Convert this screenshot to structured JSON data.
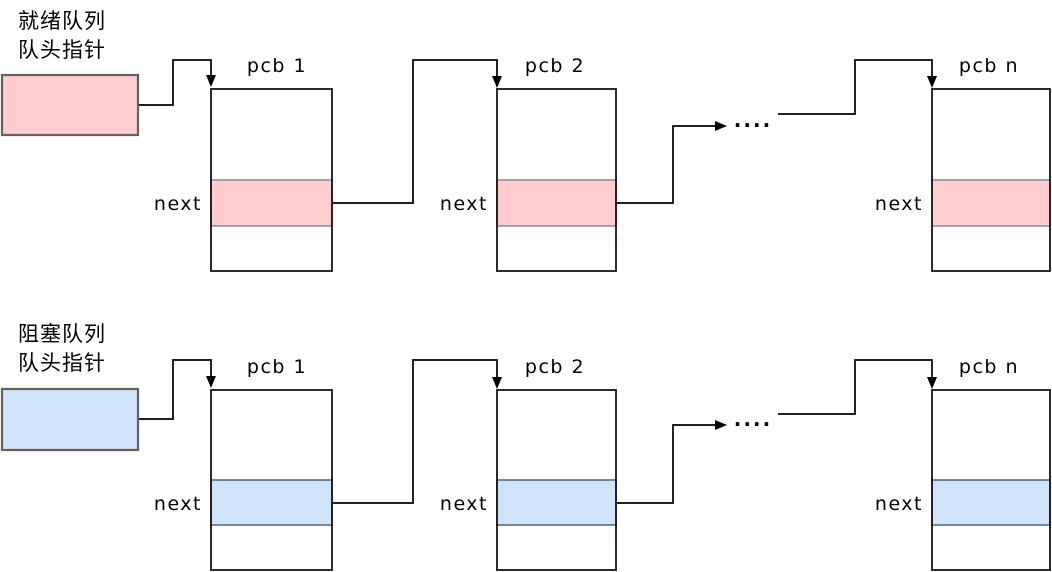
{
  "colors": {
    "ready_fill": "#ffcdcd",
    "blocked_fill": "#cfe4fb",
    "head_box_border": "#616161",
    "pcb_box_border": "#141414",
    "ready_band_border": "#919191",
    "blocked_band_border": "#5c6b80",
    "connector": "#000000"
  },
  "queues": [
    {
      "id": "ready",
      "title_line1": "就绪队列",
      "title_line2": "队头指针",
      "ellipsis": "....",
      "nodes": [
        {
          "label": "pcb 1",
          "next_label": "next"
        },
        {
          "label": "pcb 2",
          "next_label": "next"
        },
        {
          "label": "pcb n",
          "next_label": "next"
        }
      ]
    },
    {
      "id": "blocked",
      "title_line1": "阻塞队列",
      "title_line2": "队头指针",
      "ellipsis": "....",
      "nodes": [
        {
          "label": "pcb 1",
          "next_label": "next"
        },
        {
          "label": "pcb 2",
          "next_label": "next"
        },
        {
          "label": "pcb n",
          "next_label": "next"
        }
      ]
    }
  ]
}
